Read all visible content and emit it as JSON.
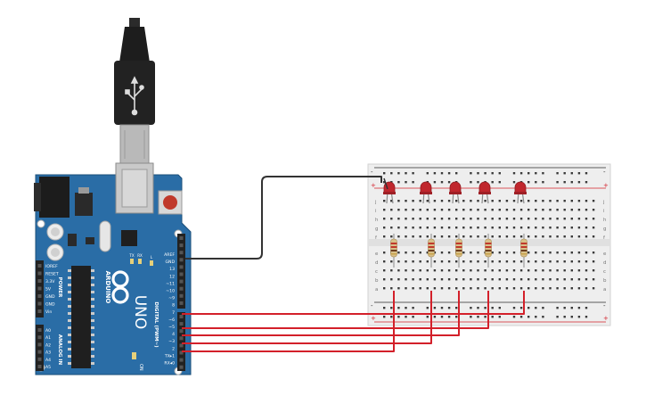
{
  "board": {
    "brand": "ARDUINO",
    "model": "UNO",
    "power_header_title": "POWER",
    "analog_header_title": "ANALOG IN",
    "digital_header_title": "DIGITAL (PWM~)",
    "on_label": "ON",
    "tx_led_label": "TX",
    "rx_led_label": "RX",
    "l_led_label": "L",
    "power_pins": [
      "IOREF",
      "RESET",
      "3.3V",
      "5V",
      "GND",
      "GND",
      "Vin"
    ],
    "analog_pins": [
      "A0",
      "A1",
      "A2",
      "A3",
      "A4",
      "A5"
    ],
    "digital_pins": [
      "AREF",
      "GND",
      "13",
      "12",
      "~11",
      "~10",
      "~9",
      "8",
      "7",
      "~6",
      "~5",
      "4",
      "~3",
      "2",
      "TX▸1",
      "RX◂0"
    ]
  },
  "breadboard": {
    "row_letters_top": [
      "j",
      "i",
      "h",
      "g",
      "f"
    ],
    "row_letters_bottom": [
      "e",
      "d",
      "c",
      "b",
      "a"
    ],
    "plus_label": "+",
    "minus_label": "-"
  },
  "colors": {
    "board": "#2a6da6",
    "wire_signal": "#d3202a",
    "wire_ground": "#333333",
    "led": "#c0262d",
    "breadboard": "#eeeeee"
  }
}
